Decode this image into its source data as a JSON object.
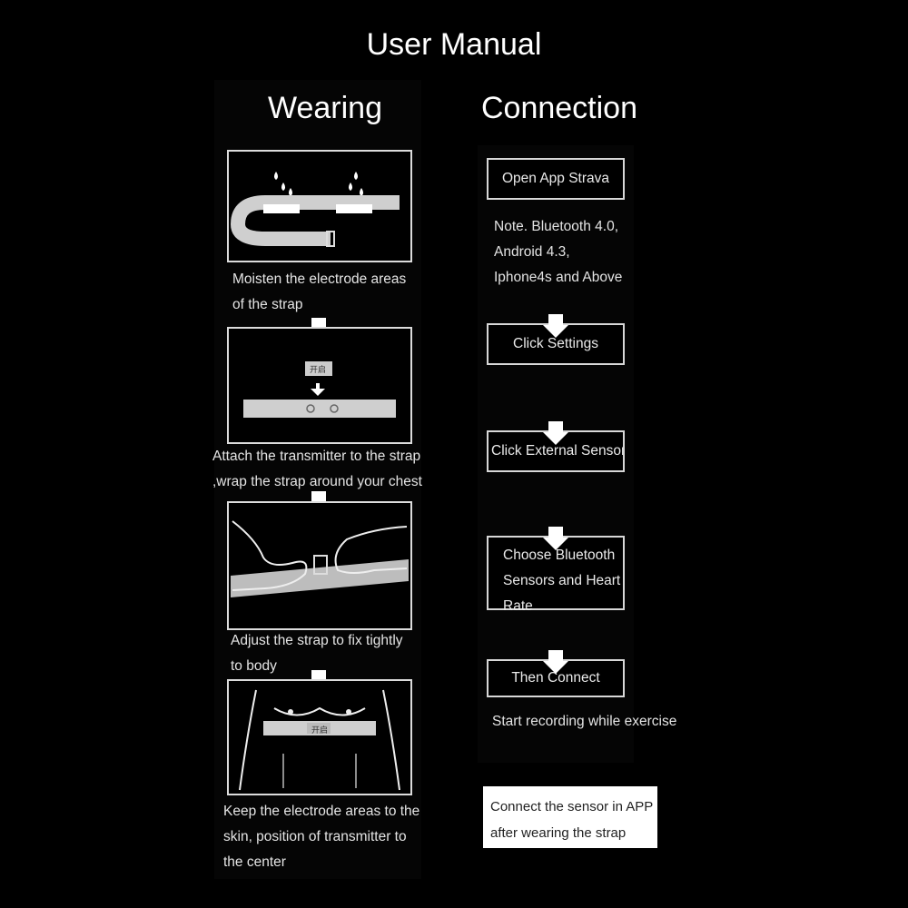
{
  "title": "User Manual",
  "wearing": {
    "heading": "Wearing",
    "steps": [
      {
        "caption_lines": [
          "Moisten the electrode areas",
          "of the strap"
        ]
      },
      {
        "caption_lines": [
          "Attach the transmitter to the strap",
          ",wrap the strap around your chest"
        ],
        "tag": "开启"
      },
      {
        "caption_lines": [
          "Adjust the strap to fix tightly",
          "to body"
        ]
      },
      {
        "caption_lines": [
          "Keep the electrode areas to the",
          "skin, position of transmitter to",
          "the center"
        ],
        "tag": "开启"
      }
    ]
  },
  "connection": {
    "heading": "Connection",
    "box1": "Open App Strava",
    "note_lines": [
      "Note. Bluetooth 4.0,",
      "Android 4.3,",
      "Iphone4s and Above"
    ],
    "box2": "Click Settings",
    "box3": "Click External Sensors",
    "box4_lines": [
      "Choose Bluetooth",
      "Sensors and Heart",
      "Rate"
    ],
    "box5": "Then Connect",
    "after": "Start recording  while exercise"
  },
  "footer_note_lines": [
    "Connect the sensor in APP",
    "after wearing the strap"
  ],
  "colors": {
    "background": "#000000",
    "line": "#dcdcdc",
    "note_bg": "#ffffff"
  }
}
